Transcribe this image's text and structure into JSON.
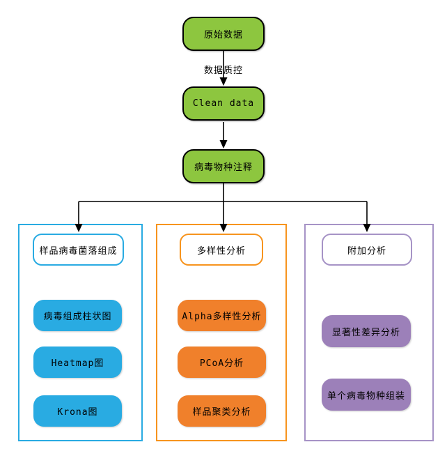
{
  "diagram": {
    "flow": {
      "node1": "原始数据",
      "edge_label": "数据质控",
      "node2": "Clean data",
      "node3": "病毒物种注释",
      "node_fill": "#8DC63F",
      "node_border": "#000000"
    },
    "columns": [
      {
        "header": "样品病毒菌落组成",
        "accent": "#29ABE2",
        "item_fill": "#29ABE2",
        "items": [
          "病毒组成柱状图",
          "Heatmap图",
          "Krona图"
        ]
      },
      {
        "header": "多样性分析",
        "accent": "#F7941E",
        "item_fill": "#F0802B",
        "items": [
          "Alpha多样性分析",
          "PCoA分析",
          "样品聚类分析"
        ]
      },
      {
        "header": "附加分析",
        "accent": "#A693C6",
        "item_fill": "#9C80B9",
        "items": [
          "显著性差异分析",
          "单个病毒物种组装"
        ]
      }
    ],
    "line_color": "#000000"
  }
}
